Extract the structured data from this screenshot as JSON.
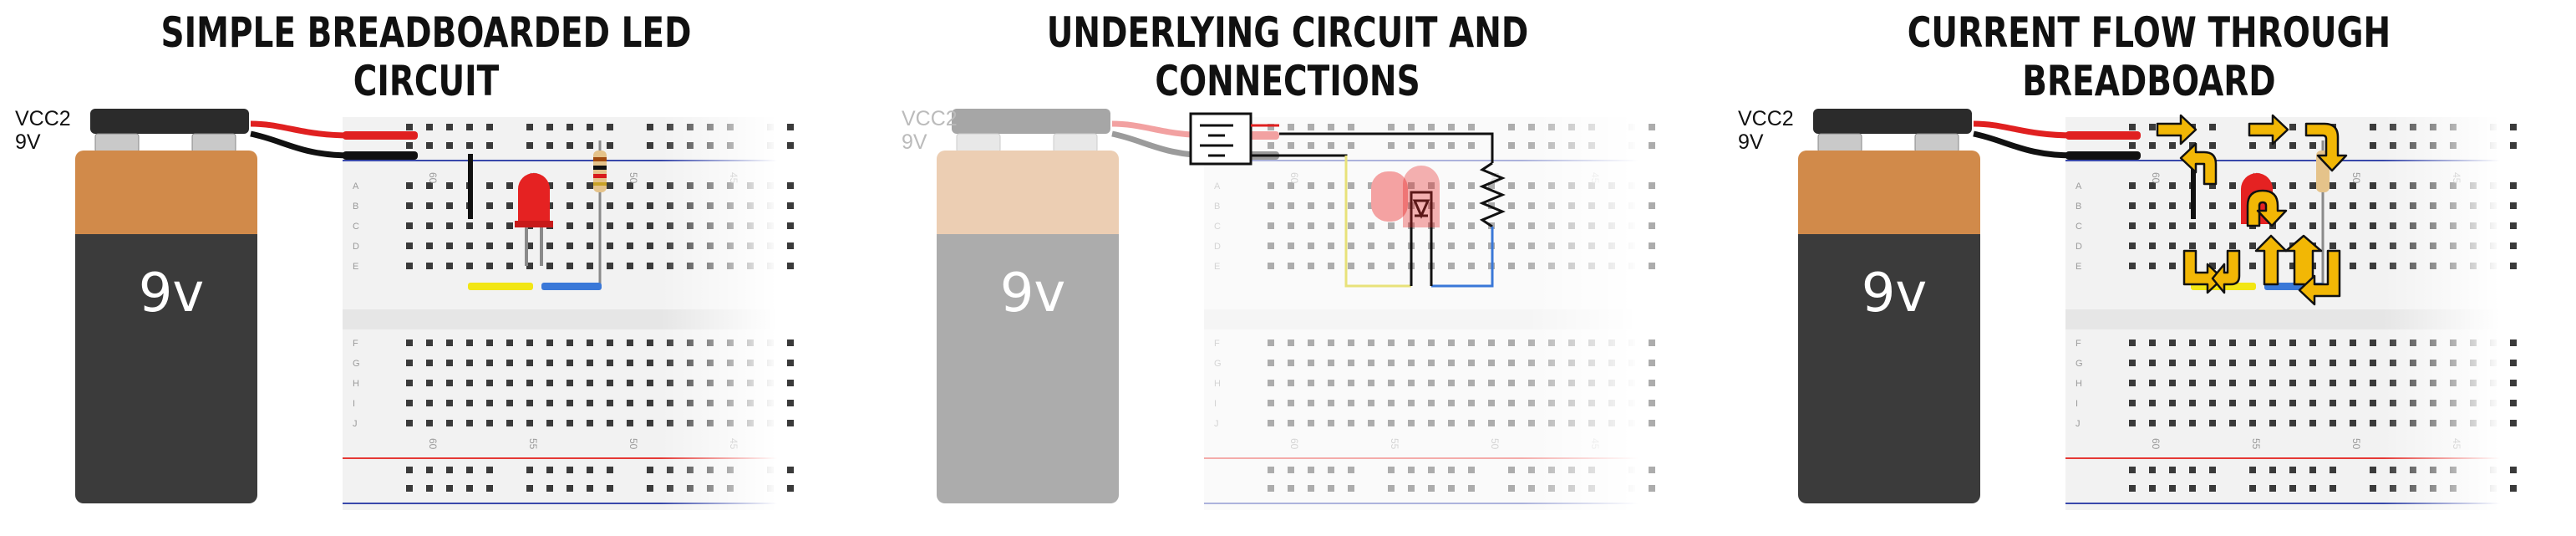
{
  "panels": [
    {
      "title": "SIMPLE BREADBOARDED LED CIRCUIT",
      "supply_name": "VCC2",
      "supply_voltage": "9V",
      "battery_label": "9v"
    },
    {
      "title": "UNDERLYING CIRCUIT AND CONNECTIONS",
      "supply_name": "VCC2",
      "supply_voltage": "9V",
      "battery_label": "9v"
    },
    {
      "title": "CURRENT FLOW THROUGH BREADBOARD",
      "supply_name": "VCC2",
      "supply_voltage": "9V",
      "battery_label": "9v"
    }
  ],
  "breadboard": {
    "row_letters_top": [
      "A",
      "B",
      "C",
      "D",
      "E"
    ],
    "row_letters_bottom": [
      "F",
      "G",
      "H",
      "I",
      "J"
    ],
    "column_numbers": [
      "60",
      "55",
      "50",
      "45"
    ]
  },
  "colors": {
    "battery_top": "#d18a4a",
    "battery_bottom": "#3b3b3b",
    "breadboard": "#f2f2f2",
    "hole": "#3a3a3a",
    "rail_red": "#e53935",
    "rail_blue": "#3949ab",
    "led": "#e52222",
    "wire_yellow": "#f2e614",
    "wire_blue": "#3a78d8",
    "arrow": "#f2b705"
  }
}
